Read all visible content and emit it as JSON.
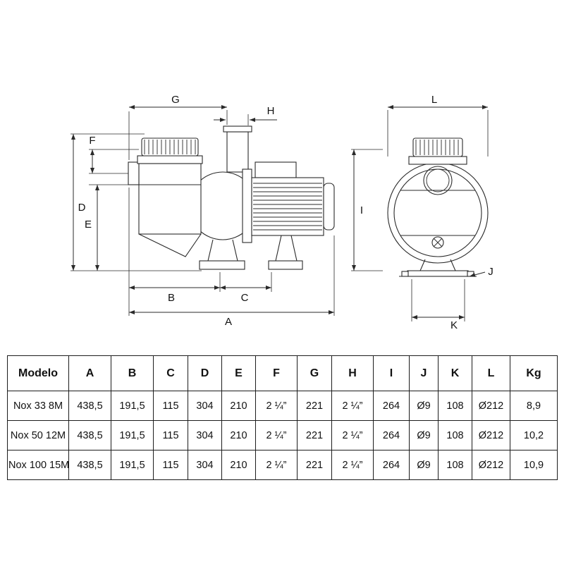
{
  "diagram": {
    "labels": {
      "A": "A",
      "B": "B",
      "C": "C",
      "D": "D",
      "E": "E",
      "F": "F",
      "G": "G",
      "H": "H",
      "I": "I",
      "J": "J",
      "K": "K",
      "L": "L"
    }
  },
  "table": {
    "headers": [
      "Modelo",
      "A",
      "B",
      "C",
      "D",
      "E",
      "F",
      "G",
      "H",
      "I",
      "J",
      "K",
      "L",
      "Kg"
    ],
    "rows": [
      {
        "model": "Nox 33 8M",
        "values": [
          "438,5",
          "191,5",
          "115",
          "304",
          "210",
          "2 ¼”",
          "221",
          "2 ¼”",
          "264",
          "Ø9",
          "108",
          "Ø212",
          "8,9"
        ]
      },
      {
        "model": "Nox 50 12M",
        "values": [
          "438,5",
          "191,5",
          "115",
          "304",
          "210",
          "2 ¼”",
          "221",
          "2 ¼”",
          "264",
          "Ø9",
          "108",
          "Ø212",
          "10,2"
        ]
      },
      {
        "model": "Nox 100 15M",
        "values": [
          "438,5",
          "191,5",
          "115",
          "304",
          "210",
          "2 ¼”",
          "221",
          "2 ¼”",
          "264",
          "Ø9",
          "108",
          "Ø212",
          "10,9"
        ]
      }
    ]
  }
}
